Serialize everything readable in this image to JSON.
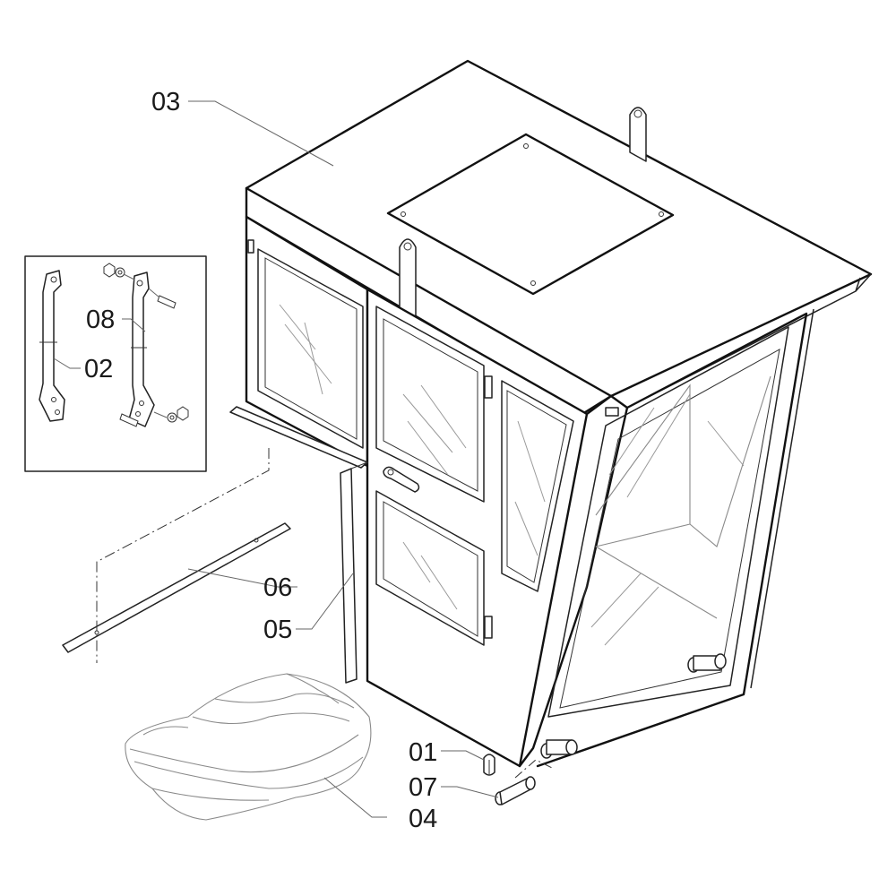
{
  "callouts": {
    "c01": "01",
    "c02": "02",
    "c03": "03",
    "c04": "04",
    "c05": "05",
    "c06": "06",
    "c07": "07",
    "c08": "08"
  },
  "icons": {
    "cab": "operator-cab-icon",
    "detail": "roll-bar-bracket-icon",
    "cover": "folded-cover-icon"
  }
}
